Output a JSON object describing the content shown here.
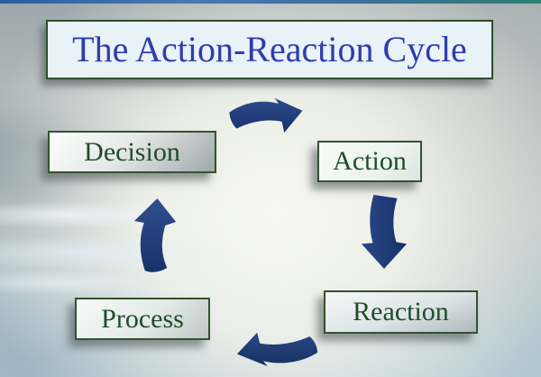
{
  "slide": {
    "title": "The Action-Reaction Cycle",
    "nodes": [
      {
        "id": "decision",
        "label": "Decision"
      },
      {
        "id": "action",
        "label": "Action"
      },
      {
        "id": "reaction",
        "label": "Reaction"
      },
      {
        "id": "process",
        "label": "Process"
      }
    ],
    "cycle_order": [
      "Decision",
      "Action",
      "Reaction",
      "Process"
    ],
    "arrows": [
      {
        "name": "decision-to-action",
        "direction": "right"
      },
      {
        "name": "action-to-reaction",
        "direction": "down"
      },
      {
        "name": "reaction-to-process",
        "direction": "left"
      },
      {
        "name": "process-to-decision",
        "direction": "up"
      }
    ],
    "colors": {
      "title_text": "#2e3cae",
      "title_box_bg": "#e8f2f7",
      "node_text": "#1f4c2a",
      "node_border": "#33522f",
      "arrow_fill": "#1e3a74",
      "top_bar_left": "#2d5d9e",
      "top_bar_right": "#2f7f72"
    }
  }
}
